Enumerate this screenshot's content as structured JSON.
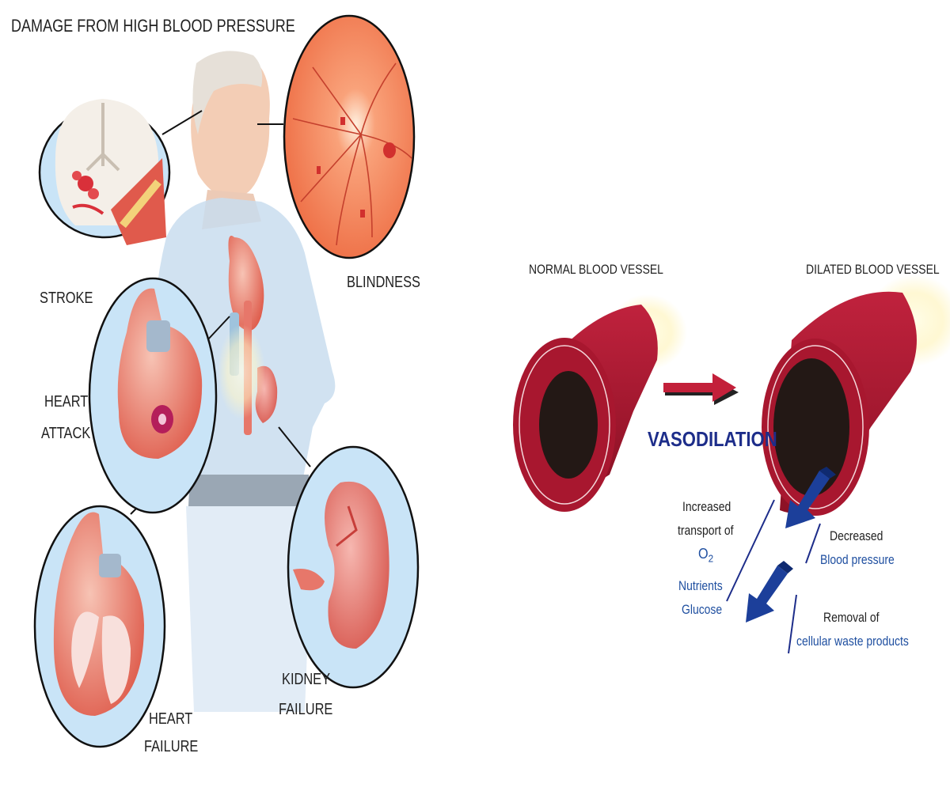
{
  "left_panel": {
    "title": "DAMAGE FROM HIGH BLOOD PRESSURE",
    "labels": {
      "stroke": "STROKE",
      "blindness": "BLINDNESS",
      "heart_attack_line1": "HEART",
      "heart_attack_line2": "ATTACK",
      "heart_failure_line1": "HEART",
      "heart_failure_line2": "FAILURE",
      "kidney_failure_line1": "KIDNEY",
      "kidney_failure_line2": "FAILURE"
    }
  },
  "right_panel": {
    "normal_vessel": "NORMAL BLOOD VESSEL",
    "dilated_vessel": "DILATED BLOOD VESSEL",
    "process": "VASODILATION",
    "transport": {
      "line1": "Increased",
      "line2": "transport of",
      "o2_symbol": "O",
      "o2_subscript": "2",
      "item2": "Nutrients",
      "item3": "Glucose"
    },
    "pressure": {
      "line1": "Decreased",
      "line2": "Blood pressure"
    },
    "waste": {
      "line1": "Removal of",
      "line2": "cellular waste products"
    }
  },
  "colors": {
    "vessel_red": "#a8172f",
    "vessel_dark": "#7a0f22",
    "lumen": "#231815",
    "accent_blue": "#1f4fa0",
    "arrow_blue": "#1c3f9a",
    "circle_fill": "#c9e4f7",
    "retina_orange": "#f07b4f"
  }
}
